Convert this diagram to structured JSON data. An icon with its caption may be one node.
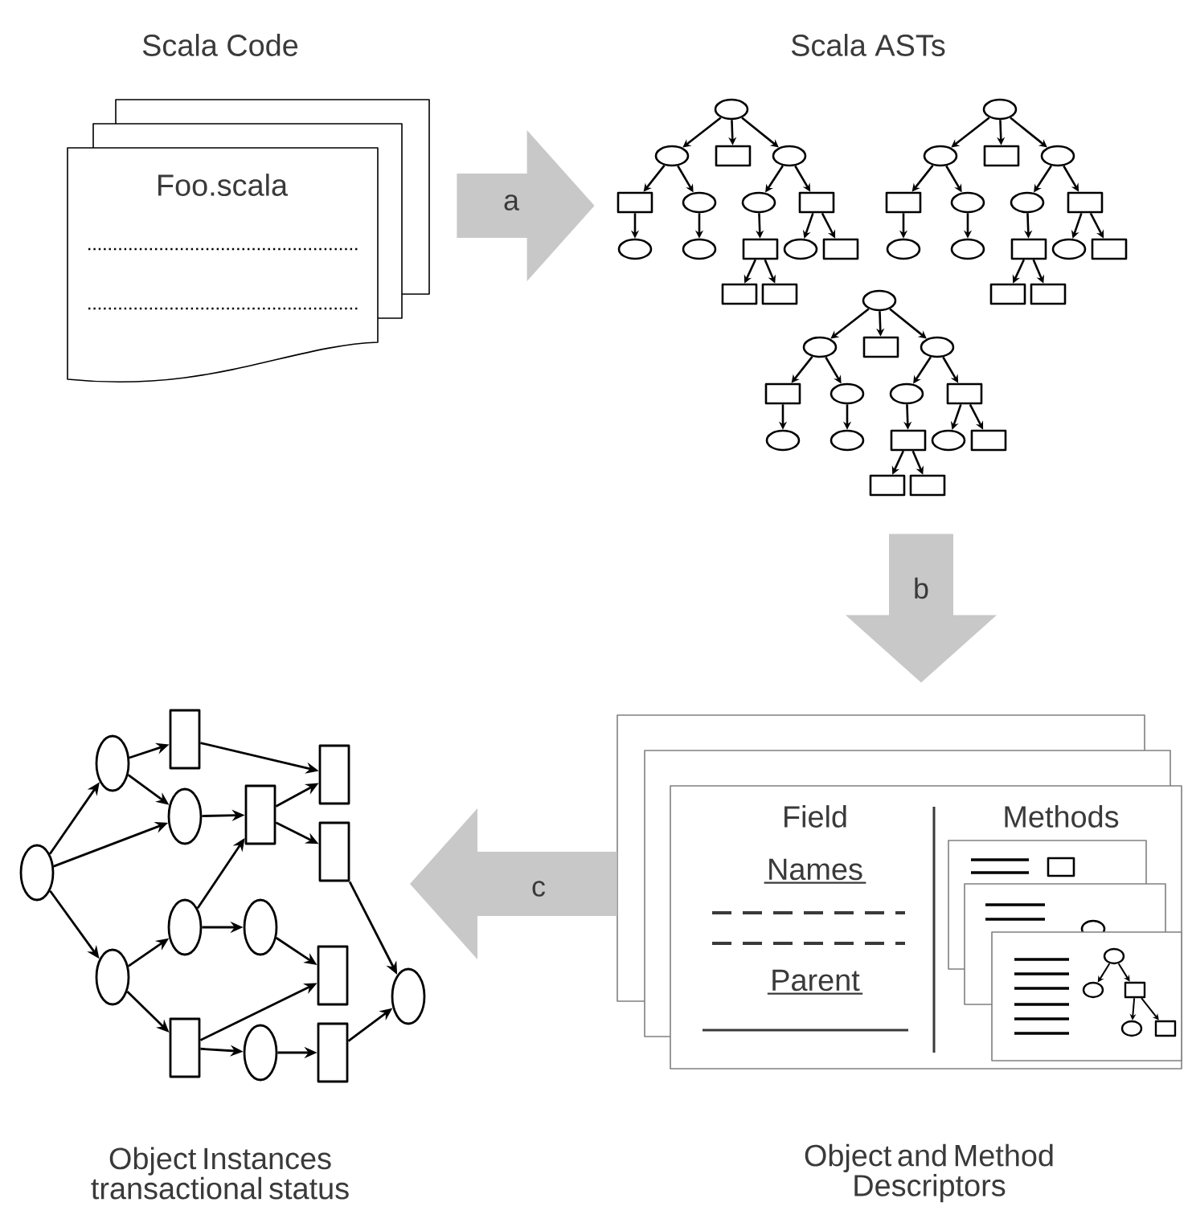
{
  "diagram": {
    "nodes": [
      {
        "text": [
          "Scala Code",
          "Foo.scala"
        ]
      },
      {
        "text": [
          "Scala ASTs"
        ]
      },
      {
        "text": [
          "Field",
          "Methods",
          "Names",
          "Parent",
          "Object and Method Descriptors"
        ]
      },
      {
        "text": [],
        "shape": "ellipse"
      },
      {
        "text": [],
        "shape": "ellipse"
      },
      {
        "text": [],
        "shape": "ellipse"
      },
      {
        "text": [],
        "shape": "box"
      },
      {
        "text": [],
        "shape": "ellipse"
      },
      {
        "text": [],
        "shape": "ellipse"
      },
      {
        "text": [],
        "shape": "box"
      },
      {
        "text": [],
        "shape": "box"
      },
      {
        "text": [],
        "shape": "ellipse"
      },
      {
        "text": [],
        "shape": "ellipse"
      },
      {
        "text": [],
        "shape": "box"
      },
      {
        "text": [],
        "shape": "box"
      },
      {
        "text": [],
        "shape": "box"
      },
      {
        "text": [],
        "shape": "box"
      },
      {
        "text": [],
        "shape": "ellipse"
      }
    ],
    "edges": [
      {
        "from": 0,
        "to": 1,
        "arrow": "to",
        "label": "a",
        "style": "thick",
        "color": "#c8c8c8"
      },
      {
        "from": 1,
        "to": 2,
        "arrow": "to",
        "label": "b",
        "style": "thick",
        "color": "#c8c8c8"
      },
      {
        "from": 2,
        "to": null,
        "arrow": "to",
        "label": "c",
        "style": "thick",
        "color": "#c8c8c8"
      },
      {
        "from": 3,
        "to": 4,
        "arrow": "to"
      },
      {
        "from": 3,
        "to": 7,
        "arrow": "to"
      },
      {
        "from": 3,
        "to": 5,
        "arrow": "to"
      },
      {
        "from": 4,
        "to": 6,
        "arrow": "to"
      },
      {
        "from": 4,
        "to": 7,
        "arrow": "to"
      },
      {
        "from": 6,
        "to": 13,
        "arrow": "to"
      },
      {
        "from": 7,
        "to": 10,
        "arrow": "to"
      },
      {
        "from": 8,
        "to": 10,
        "arrow": "to"
      },
      {
        "from": 10,
        "to": 13,
        "arrow": "to"
      },
      {
        "from": 10,
        "to": 14,
        "arrow": "to"
      },
      {
        "from": 5,
        "to": 8,
        "arrow": "to"
      },
      {
        "from": 5,
        "to": 9,
        "arrow": "to"
      },
      {
        "from": 8,
        "to": 11,
        "arrow": "to"
      },
      {
        "from": 11,
        "to": 15,
        "arrow": "to"
      },
      {
        "from": 9,
        "to": 15,
        "arrow": "to"
      },
      {
        "from": 9,
        "to": 12,
        "arrow": "to"
      },
      {
        "from": 12,
        "to": 16,
        "arrow": "to"
      },
      {
        "from": 16,
        "to": 17,
        "arrow": "to"
      },
      {
        "from": 14,
        "to": 17,
        "arrow": "to"
      }
    ],
    "labels": [
      "Object Instances transactional status"
    ]
  }
}
